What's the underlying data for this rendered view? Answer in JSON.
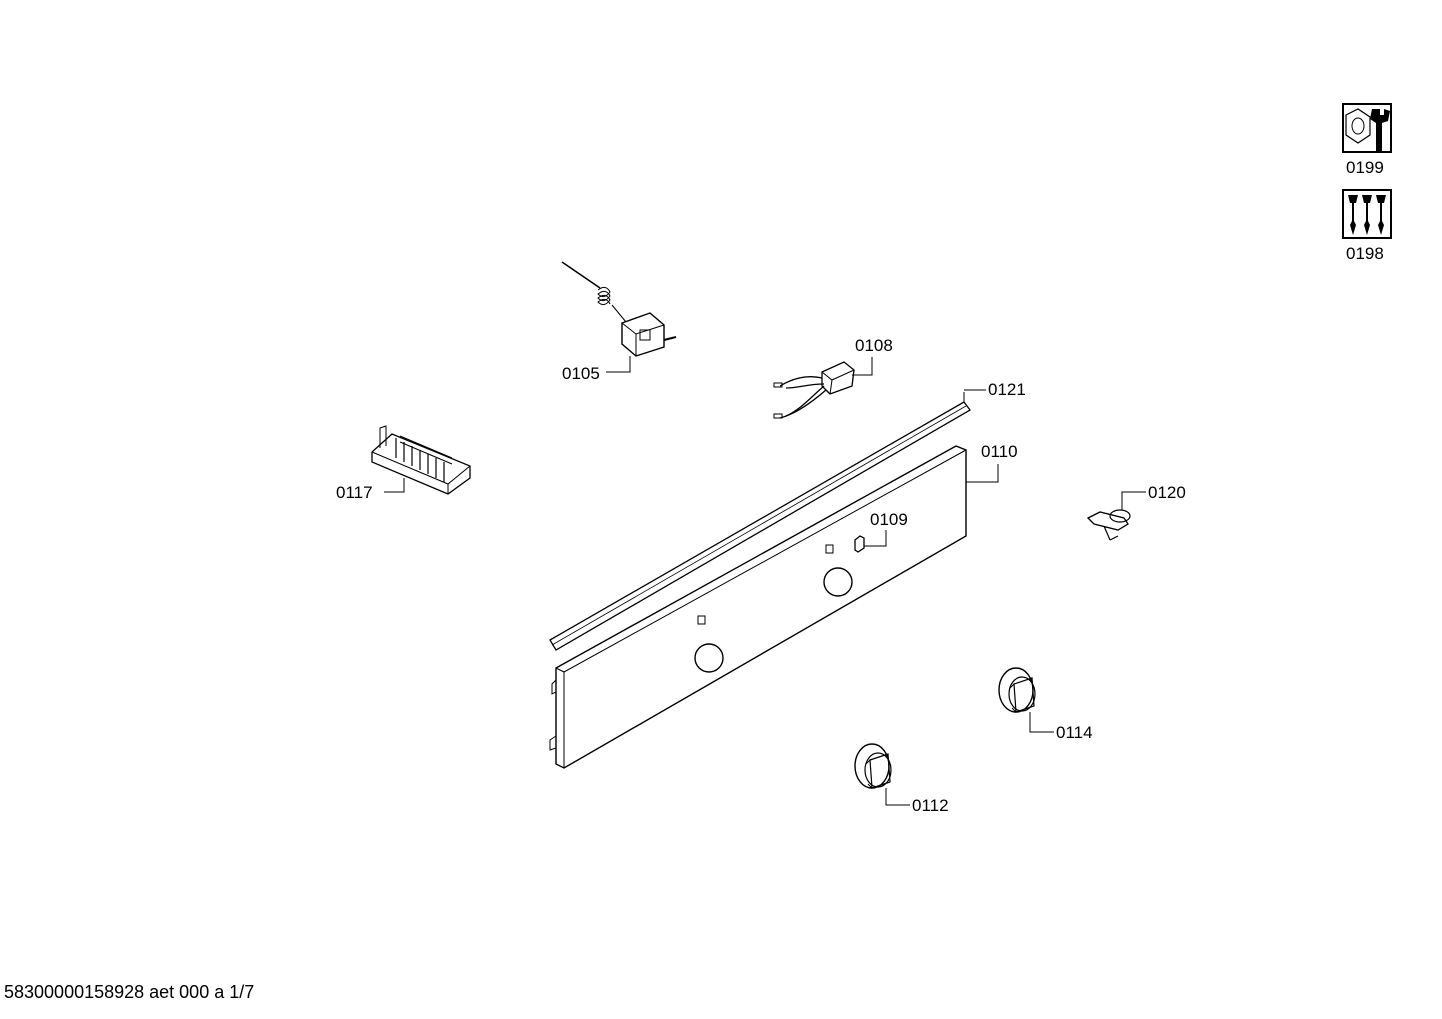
{
  "parts": {
    "p0105": "0105",
    "p0108": "0108",
    "p0109": "0109",
    "p0110": "0110",
    "p0112": "0112",
    "p0114": "0114",
    "p0117": "0117",
    "p0120": "0120",
    "p0121": "0121"
  },
  "tools": {
    "wrench_label": "0199",
    "screwdrivers_label": "0198"
  },
  "footer": {
    "document_code": "58300000158928 aet 000 a 1/7"
  }
}
